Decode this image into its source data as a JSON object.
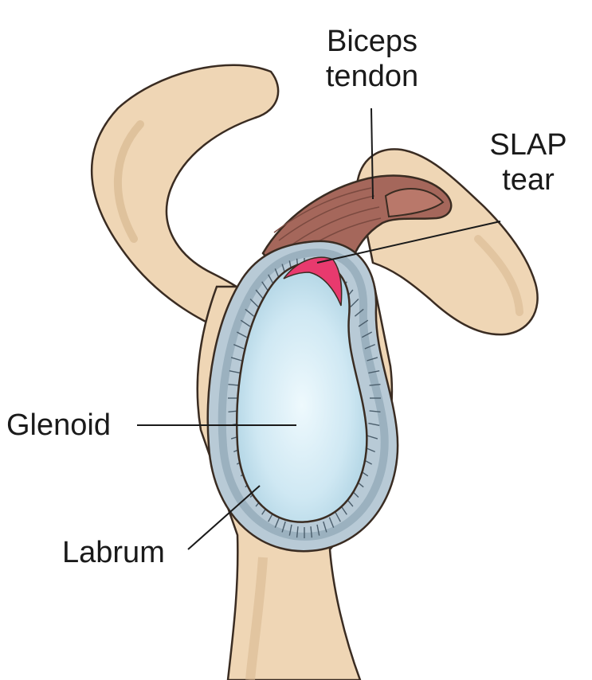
{
  "labels": {
    "biceps_line1": "Biceps",
    "biceps_line2": "tendon",
    "slap_line1": "SLAP",
    "slap_line2": "tear",
    "glenoid": "Glenoid",
    "labrum": "Labrum"
  },
  "colors": {
    "bone": "#efd6b5",
    "bone_shadow": "#d9b992",
    "outline": "#3a2c22",
    "tendon": "#a5675b",
    "tendon_dark": "#7b4a40",
    "labrum": "#b8cad6",
    "labrum_edge": "#6f8594",
    "glenoid": "#c7e3f0",
    "glenoid_center": "#ebf7fc",
    "tear": "#e83a6e"
  }
}
